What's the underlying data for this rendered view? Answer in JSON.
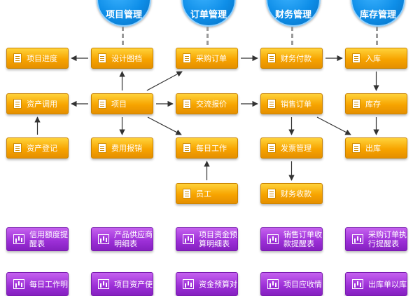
{
  "categories": [
    {
      "id": "c1",
      "label": "项目管理"
    },
    {
      "id": "c2",
      "label": "订单管理"
    },
    {
      "id": "c3",
      "label": "财务管理"
    },
    {
      "id": "c4",
      "label": "库存管理"
    }
  ],
  "modules": [
    {
      "id": "m1",
      "label": "项目进度"
    },
    {
      "id": "m2",
      "label": "设计图档"
    },
    {
      "id": "m3",
      "label": "采购订单"
    },
    {
      "id": "m4",
      "label": "财务付款"
    },
    {
      "id": "m5",
      "label": "入库"
    },
    {
      "id": "m6",
      "label": "资产调用"
    },
    {
      "id": "m7",
      "label": "项目"
    },
    {
      "id": "m8",
      "label": "交流报价"
    },
    {
      "id": "m9",
      "label": "销售订单"
    },
    {
      "id": "m10",
      "label": "库存"
    },
    {
      "id": "m11",
      "label": "资产登记"
    },
    {
      "id": "m12",
      "label": "费用报销"
    },
    {
      "id": "m13",
      "label": "每日工作"
    },
    {
      "id": "m14",
      "label": "发票管理"
    },
    {
      "id": "m15",
      "label": "出库"
    },
    {
      "id": "m16",
      "label": "员工"
    },
    {
      "id": "m17",
      "label": "财务收款"
    }
  ],
  "reports": [
    {
      "id": "r1",
      "label": "信用额度提醒表"
    },
    {
      "id": "r2",
      "label": "产品供应商明细表"
    },
    {
      "id": "r3",
      "label": "项目资金预算明细表"
    },
    {
      "id": "r4",
      "label": "销售订单收款提醒表"
    },
    {
      "id": "r5",
      "label": "采购订单执行提醒表"
    }
  ],
  "partial_reports": [
    {
      "id": "p1",
      "label": "每日工作明"
    },
    {
      "id": "p2",
      "label": "项目资产使"
    },
    {
      "id": "p3",
      "label": "资金预算对"
    },
    {
      "id": "p4",
      "label": "项目应收情"
    },
    {
      "id": "p5",
      "label": "出库单以库"
    }
  ],
  "colors": {
    "category_blue": "#0e8ee8",
    "module_orange": "#f7a400",
    "report_purple": "#9b2ed6",
    "arrow": "#333333",
    "connector_dash": "#9a9a9a"
  },
  "icons": {
    "module": "document-icon",
    "report": "bar-chart-icon"
  },
  "edges": [
    {
      "from": "m7",
      "to": "m2"
    },
    {
      "from": "m2",
      "to": "m1"
    },
    {
      "from": "m7",
      "to": "m6"
    },
    {
      "from": "m11",
      "to": "m6"
    },
    {
      "from": "m7",
      "to": "m12"
    },
    {
      "from": "m7",
      "to": "m3"
    },
    {
      "from": "m7",
      "to": "m8"
    },
    {
      "from": "m7",
      "to": "m13"
    },
    {
      "from": "m3",
      "to": "m4"
    },
    {
      "from": "m4",
      "to": "m5"
    },
    {
      "from": "m5",
      "to": "m10"
    },
    {
      "from": "m10",
      "to": "m15"
    },
    {
      "from": "m8",
      "to": "m9"
    },
    {
      "from": "m9",
      "to": "m15"
    },
    {
      "from": "m9",
      "to": "m14"
    },
    {
      "from": "m14",
      "to": "m17"
    },
    {
      "from": "m16",
      "to": "m13"
    }
  ]
}
